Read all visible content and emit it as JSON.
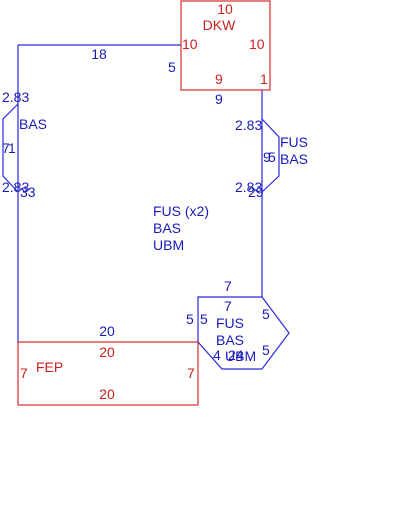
{
  "regions": {
    "dkw": {
      "name": "DKW",
      "top": "10",
      "left": "10",
      "right": "10",
      "bottom_left": "9",
      "bottom_right": "1",
      "outer_left": "5",
      "outer_bottom": "9"
    },
    "main": {
      "labels": [
        "FUS (x2)",
        "BAS",
        "UBM"
      ],
      "top": "18"
    },
    "bas_left": {
      "name": "BAS",
      "top": "2.83",
      "mid": "7",
      "mid2": "1",
      "bottom_a": "2.83",
      "bottom_b": "33"
    },
    "fus_right": {
      "labels": [
        "FUS",
        "BAS"
      ],
      "top": "2.83",
      "mid_a": "9",
      "mid_b": "5",
      "bottom_a": "2.83",
      "bottom_b": "29"
    },
    "hex": {
      "labels": [
        "FUS",
        "BAS",
        "UBM"
      ],
      "outer_top": "7",
      "inner_top": "7",
      "left_outer": "5",
      "left_inner": "5",
      "right_top": "5",
      "right_bottom": "5",
      "bottom_a": "4",
      "bottom_b": "24"
    },
    "fep": {
      "name": "FEP",
      "outer_top": "20",
      "top": "20",
      "left": "7",
      "right": "7",
      "bottom": "20"
    }
  },
  "colors": {
    "blue": "#2a2ae0",
    "red": "#d42a2a"
  }
}
